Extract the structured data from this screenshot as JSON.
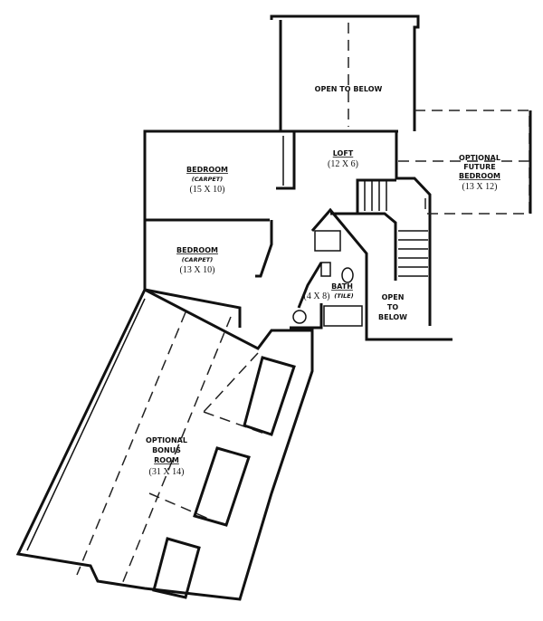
{
  "rooms": {
    "open_to_below_top": {
      "name": "OPEN TO BELOW"
    },
    "loft": {
      "name": "LOFT",
      "size": "(12 X 6)"
    },
    "bedroom_1": {
      "name": "BEDROOM",
      "floor": "(CARPET)",
      "size": "(15 X 10)"
    },
    "bedroom_2": {
      "name": "BEDROOM",
      "floor": "(CARPET)",
      "size": "(13 X 10)"
    },
    "future_bedroom": {
      "line1": "OPTIONAL",
      "line2": "FUTURE",
      "line3": "BEDROOM",
      "size": "(13 X 12)"
    },
    "bath": {
      "name": "BATH",
      "size": "(4 X 8)",
      "floor": "(TILE)"
    },
    "open_to_below_stair": {
      "line1": "OPEN",
      "line2": "TO",
      "line3": "BELOW"
    },
    "bonus_room": {
      "line1": "OPTIONAL",
      "line2": "BONUS",
      "line3": "ROOM",
      "size": "(31 X 14)"
    }
  }
}
